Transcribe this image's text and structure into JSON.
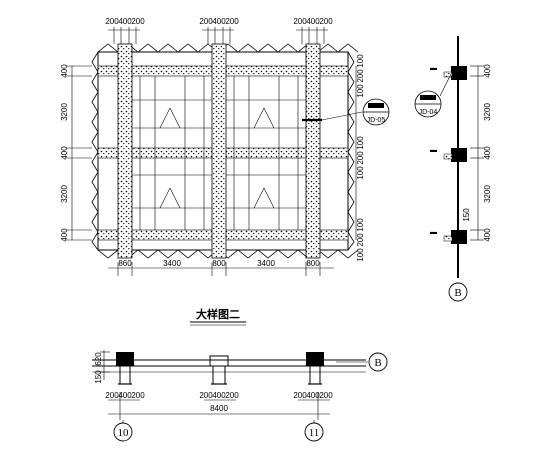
{
  "drawing_title": "大样图二",
  "elevation": {
    "top_dims": [
      "200",
      "400",
      "200"
    ],
    "bottom_dims": [
      "860",
      "3400",
      "800",
      "3400",
      "800"
    ],
    "left_dims": [
      "400",
      "3200",
      "400",
      "3200",
      "400"
    ],
    "right_dims": [
      "100",
      "200",
      "100"
    ],
    "callout_tag": "JD-05"
  },
  "section": {
    "right_dims": [
      "400",
      "3200",
      "400",
      "3200",
      "400"
    ],
    "small_dim": "150",
    "callout_tag": "JD-04",
    "axis_label": "B"
  },
  "plan": {
    "left_dims": [
      "620",
      "150"
    ],
    "bottom_dims": [
      "200",
      "400",
      "200"
    ],
    "total_dim": "8400",
    "axis_left": "10",
    "axis_right": "11",
    "axis_b": "B"
  }
}
